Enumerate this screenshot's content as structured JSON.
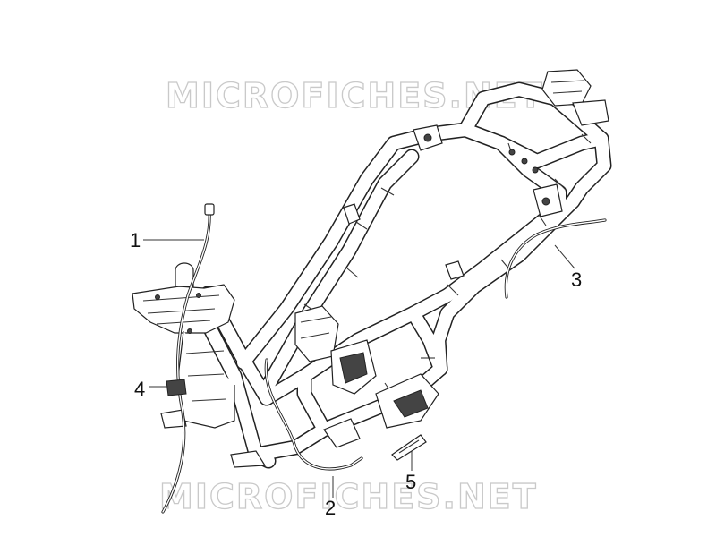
{
  "diagram": {
    "watermark_top": "MICROFICHES.NET",
    "watermark_bottom": "MICROFICHES.NET",
    "callouts": [
      {
        "id": "callout-1",
        "label": "1"
      },
      {
        "id": "callout-2",
        "label": "2"
      },
      {
        "id": "callout-3",
        "label": "3"
      },
      {
        "id": "callout-4",
        "label": "4"
      },
      {
        "id": "callout-5",
        "label": "5"
      }
    ]
  }
}
